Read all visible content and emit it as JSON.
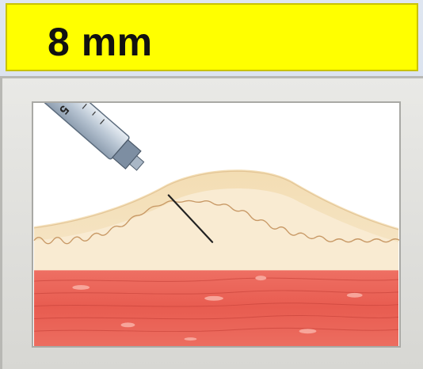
{
  "needle_length_label": "8 mm",
  "syringe_marking": "5",
  "colors": {
    "banner": "#ffff00",
    "frame": "#e0e0dc",
    "skin_layer": "#f2dcb2",
    "fat_layer": "#f8ead0",
    "muscle_layer": "#e9645a"
  },
  "icon": "syringe-injection-illustration"
}
